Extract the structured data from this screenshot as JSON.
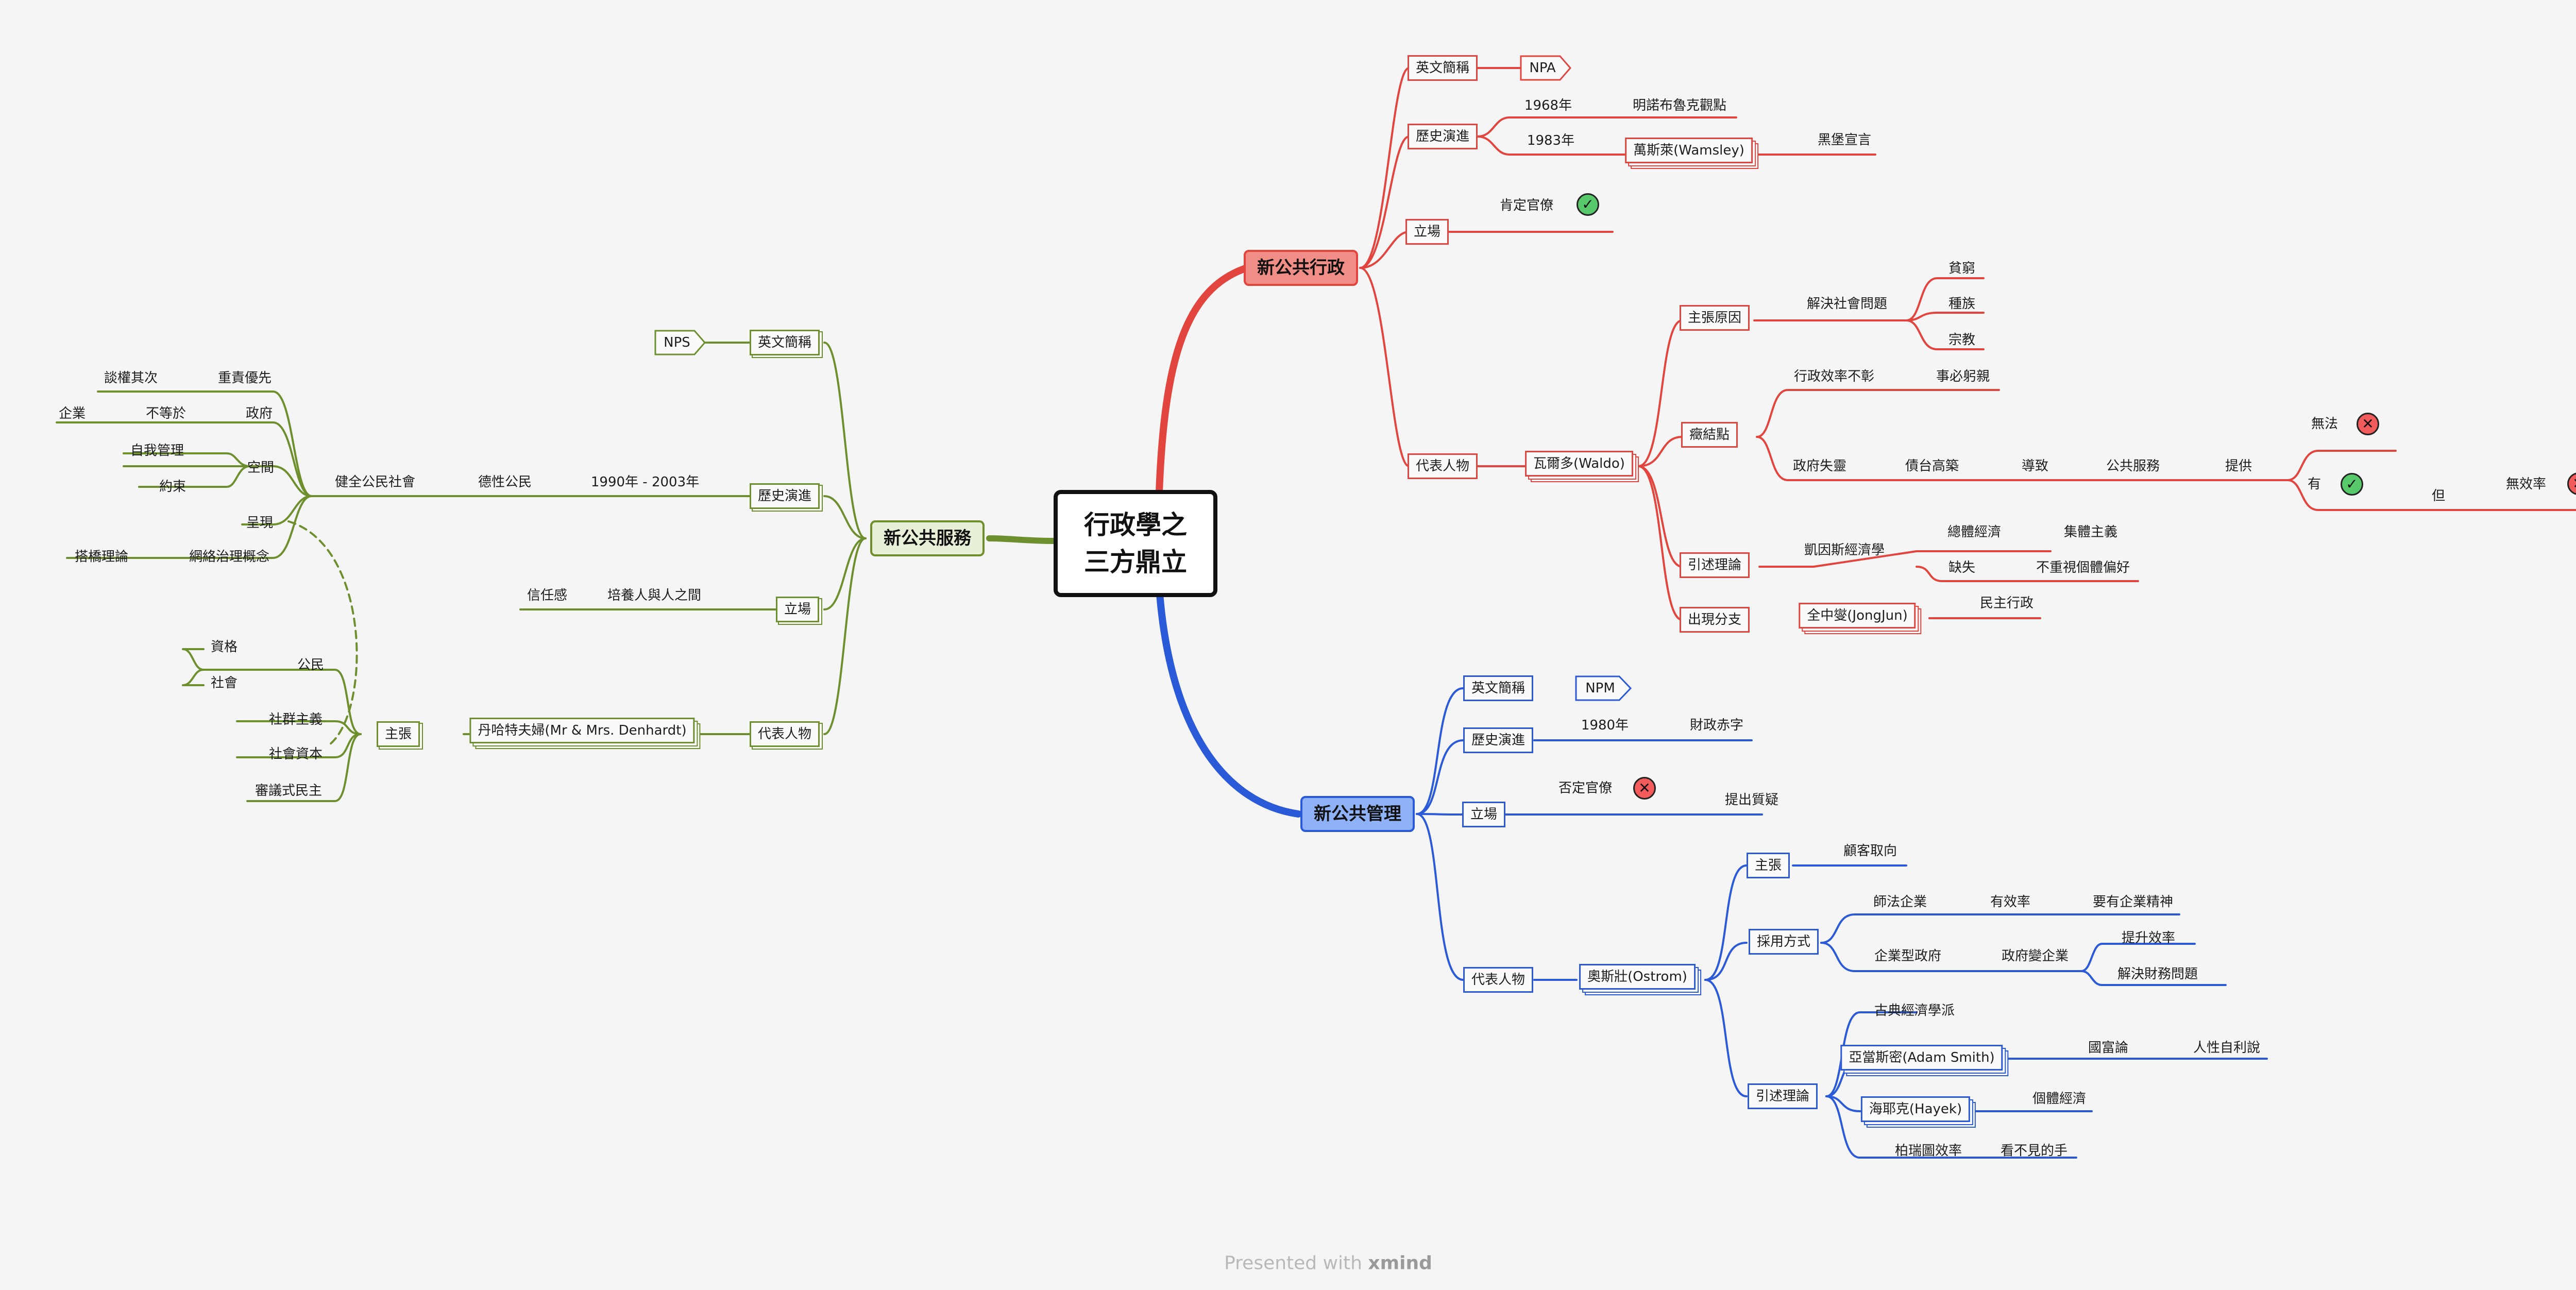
{
  "central": {
    "line1": "行政學之",
    "line2": "三方鼎立"
  },
  "npa": {
    "title": "新公共行政",
    "english_label": "英文簡稱",
    "english_value": "NPA",
    "history_label": "歷史演進",
    "y1968": "1968年",
    "y1968_item": "明諾布魯克觀點",
    "y1983": "1983年",
    "wamsley": "萬斯萊(Wamsley)",
    "blacksburg": "黑堡宣言",
    "stance_label": "立場",
    "stance_value": "肯定官僚",
    "rep_label": "代表人物",
    "waldo": "瓦爾多(Waldo)",
    "reason_label": "主張原因",
    "reason_value": "解決社會問題",
    "reason_items": [
      "貧窮",
      "種族",
      "宗教"
    ],
    "conclusion_label": "癥結點",
    "efficiency": "行政效率不彰",
    "efficiency_note": "事必躬親",
    "gov_fail": "政府失靈",
    "debt": "債台高築",
    "lead_to": "導致",
    "public_service": "公共服務",
    "provide": "提供",
    "no_method": "無法",
    "have": "有",
    "but": "但",
    "inefficient": "無效率",
    "theory_label": "引述理論",
    "keynes": "凱因斯經濟學",
    "macro": "總體經濟",
    "collectivism": "集體主義",
    "flaw": "缺失",
    "flaw_note": "不重視個體偏好",
    "split_label": "出現分支",
    "jongjun": "全中燮(JongJun)",
    "democratic_admin": "民主行政"
  },
  "npm": {
    "title": "新公共管理",
    "english_label": "英文簡稱",
    "english_value": "NPM",
    "history_label": "歷史演進",
    "y1980": "1980年",
    "deficit": "財政赤字",
    "stance_label": "立場",
    "stance_value": "否定官僚",
    "question": "提出質疑",
    "rep_label": "代表人物",
    "ostrom": "奧斯壯(Ostrom)",
    "claim_label": "主張",
    "claim_value": "顧客取向",
    "method_label": "採用方式",
    "learn_business": "師法企業",
    "effective": "有效率",
    "entrepreneurial": "要有企業精神",
    "enterprise_gov": "企業型政府",
    "gov_business": "政府變企業",
    "raise_eff": "提升效率",
    "fiscal": "解決財務問題",
    "theory_label": "引述理論",
    "classical": "古典經濟學派",
    "adam_smith": "亞當斯密(Adam Smith)",
    "wealth": "國富論",
    "self_interest": "人性自利說",
    "hayek": "海耶克(Hayek)",
    "micro": "個體經濟",
    "pareto": "柏瑞圖效率",
    "invisible_hand": "看不見的手"
  },
  "nps": {
    "title": "新公共服務",
    "english_label": "英文簡稱",
    "english_value": "NPS",
    "history_label": "歷史演進",
    "years": "1990年 - 2003年",
    "civic": "德性公民",
    "healthy_society": "健全公民社會",
    "disc_power": "談權其次",
    "duty_first": "重責優先",
    "enterprise": "企業",
    "not_equal": "不等於",
    "government": "政府",
    "self_manage": "自我管理",
    "space": "空間",
    "constraint": "約束",
    "present": "呈現",
    "network_concept": "網絡治理概念",
    "network_theory": "搭橋理論",
    "stance_label": "立場",
    "trust": "信任感",
    "cultivate": "培養人與人之間",
    "rep_label": "代表人物",
    "denhardt": "丹哈特夫婦(Mr & Mrs. Denhardt)",
    "claim_label": "主張",
    "qualification": "資格",
    "citizen": "公民",
    "society": "社會",
    "communitarian": "社群主義",
    "social_capital": "社會資本",
    "deliberative": "審議式民主"
  },
  "footer": {
    "presented": "Presented with",
    "brand": "xmind"
  },
  "colors": {
    "npa": "#e2453e",
    "npm": "#2a5ad8",
    "nps": "#6e8f2e",
    "background": "#f5f5f5"
  },
  "icons": {
    "ok": "check-circle-icon",
    "no": "cross-circle-icon"
  }
}
